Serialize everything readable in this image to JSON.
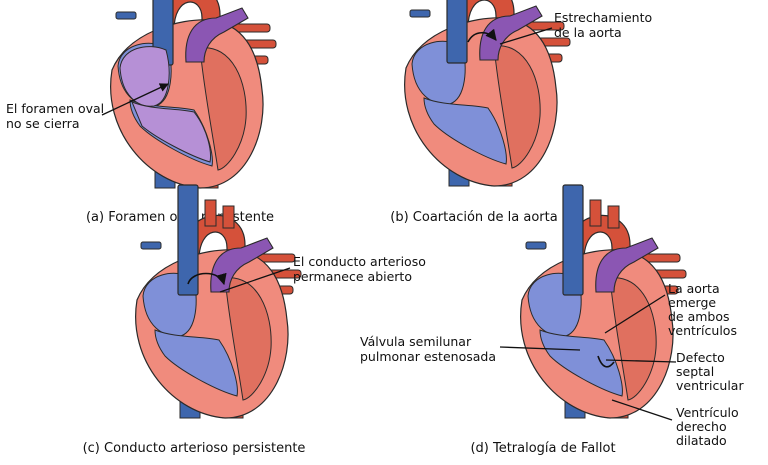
{
  "colors": {
    "vena_blue": "#3e66ad",
    "artery_red": "#d5513a",
    "pulmonary_purple": "#8b56b3",
    "muscle_salmon": "#f08b7d",
    "deoxygenated_chamber": "#7f90d8",
    "mixed_chamber": "#b690d6",
    "oxygenated_chamber": "#e0705f",
    "outline": "#2a2a2a"
  },
  "panels": [
    {
      "caption": "(a) Foramen oval persistente",
      "labels": [
        {
          "lines": [
            "El foramen oval",
            "no se cierra"
          ]
        }
      ]
    },
    {
      "caption": "(b) Coartación de la aorta",
      "labels": [
        {
          "lines": [
            "Estrechamiento",
            "de la aorta"
          ]
        }
      ]
    },
    {
      "caption": "(c) Conducto arterioso persistente",
      "labels": [
        {
          "lines": [
            "El conducto arterioso",
            "permanece abierto"
          ]
        }
      ]
    },
    {
      "caption": "(d) Tetralogía de Fallot",
      "labels": [
        {
          "lines": [
            "La aorta",
            "emerge",
            "de ambos",
            "ventrículos"
          ]
        },
        {
          "lines": [
            "Válvula semilunar",
            "pulmonar estenosada"
          ]
        },
        {
          "lines": [
            "Defecto",
            "septal",
            "ventricular"
          ]
        },
        {
          "lines": [
            "Ventrículo",
            "derecho",
            "dilatado"
          ]
        }
      ]
    }
  ]
}
